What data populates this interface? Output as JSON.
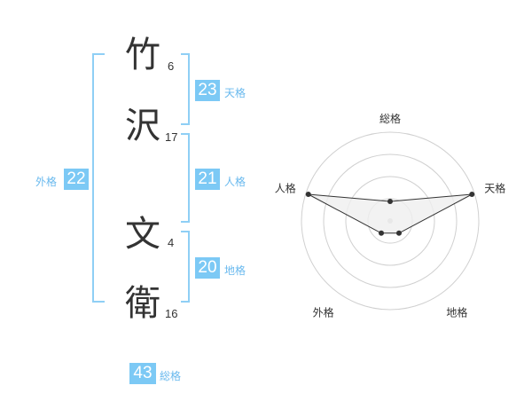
{
  "name": {
    "chars": [
      {
        "char": "竹",
        "strokes": "6"
      },
      {
        "char": "沢",
        "strokes": "17"
      },
      {
        "char": "文",
        "strokes": "4"
      },
      {
        "char": "衛",
        "strokes": "16"
      }
    ]
  },
  "kaku": {
    "tenkaku": {
      "label": "天格",
      "value": "23"
    },
    "jinkaku": {
      "label": "人格",
      "value": "21"
    },
    "chikaku": {
      "label": "地格",
      "value": "20"
    },
    "gaikaku": {
      "label": "外格",
      "value": "22"
    },
    "soukaku": {
      "label": "総格",
      "value": "43"
    }
  },
  "chart_data": {
    "type": "radar",
    "axes": [
      "総格",
      "天格",
      "地格",
      "外格",
      "人格"
    ],
    "values": [
      0.22,
      0.97,
      0.17,
      0.17,
      0.97
    ],
    "range": [
      0,
      1
    ],
    "rings": 4,
    "colors": {
      "fill": "#efefef",
      "line": "#333333",
      "grid": "#d0d0d0"
    }
  }
}
